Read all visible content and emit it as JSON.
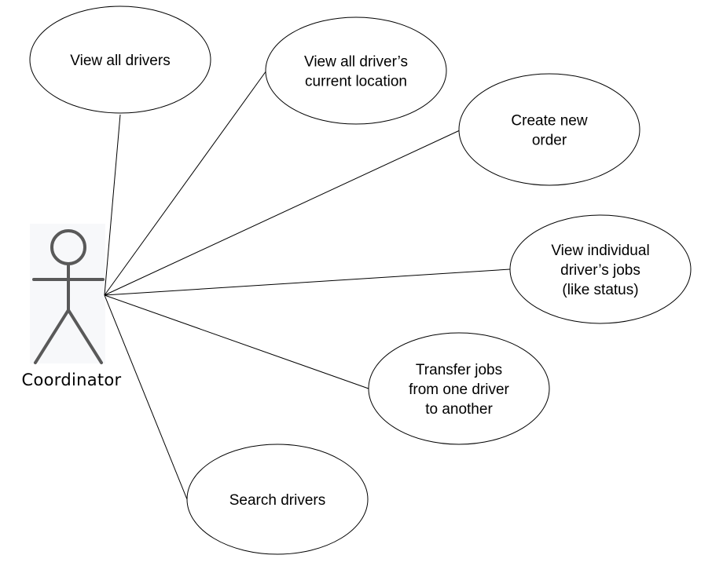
{
  "actor": {
    "name": "Coordinator",
    "icon": "stick-figure-icon"
  },
  "use_cases": [
    {
      "id": "view-all-drivers",
      "lines": [
        "View all drivers"
      ]
    },
    {
      "id": "view-drivers-location",
      "lines": [
        "View all driver’s",
        "current location"
      ]
    },
    {
      "id": "create-new-order",
      "lines": [
        "Create new",
        "order"
      ]
    },
    {
      "id": "view-individual-jobs",
      "lines": [
        "View individual",
        "driver’s jobs",
        "(like status)"
      ]
    },
    {
      "id": "transfer-jobs",
      "lines": [
        "Transfer jobs",
        "from one driver",
        "to another"
      ]
    },
    {
      "id": "search-drivers",
      "lines": [
        "Search drivers"
      ]
    }
  ],
  "colors": {
    "stroke": "#000000",
    "actor_stroke": "#595959",
    "actor_background": "#f7f8fa"
  }
}
